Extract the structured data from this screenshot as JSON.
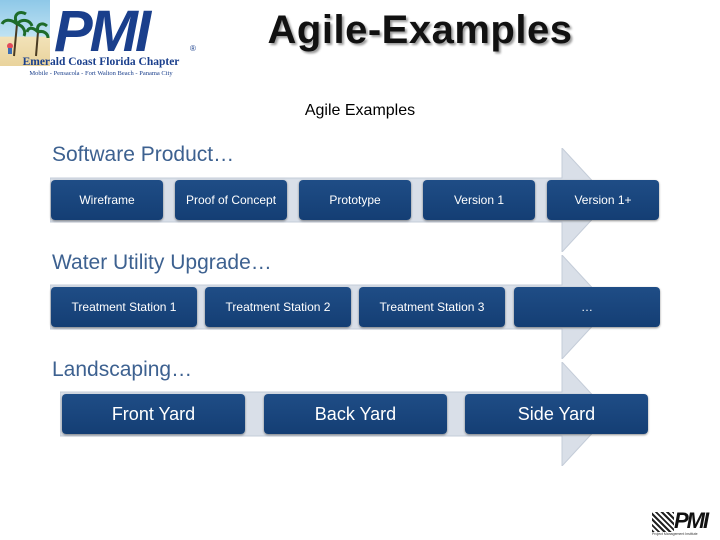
{
  "header": {
    "title": "Agile-Examples",
    "logo": {
      "letters": "PMI",
      "registered": "®",
      "chapter": "Emerald Coast Florida Chapter",
      "cities": "Mobile - Pensacola - Fort Walton Beach - Panama City"
    }
  },
  "subtitle": "Agile Examples",
  "sections": [
    {
      "label": "Software Product…",
      "items": [
        "Wireframe",
        "Proof of Concept",
        "Prototype",
        "Version 1",
        "Version 1+"
      ]
    },
    {
      "label": "Water Utility Upgrade…",
      "items": [
        "Treatment Station 1",
        "Treatment Station 2",
        "Treatment Station 3",
        "…"
      ]
    },
    {
      "label": "Landscaping…",
      "items": [
        "Front Yard",
        "Back Yard",
        "Side Yard"
      ]
    }
  ],
  "footer": {
    "letters": "PMI",
    "tagline": "Project Management Institute"
  },
  "colors": {
    "box": "#1a4780",
    "label": "#3d6190",
    "arrow": "#d9dfe8"
  }
}
